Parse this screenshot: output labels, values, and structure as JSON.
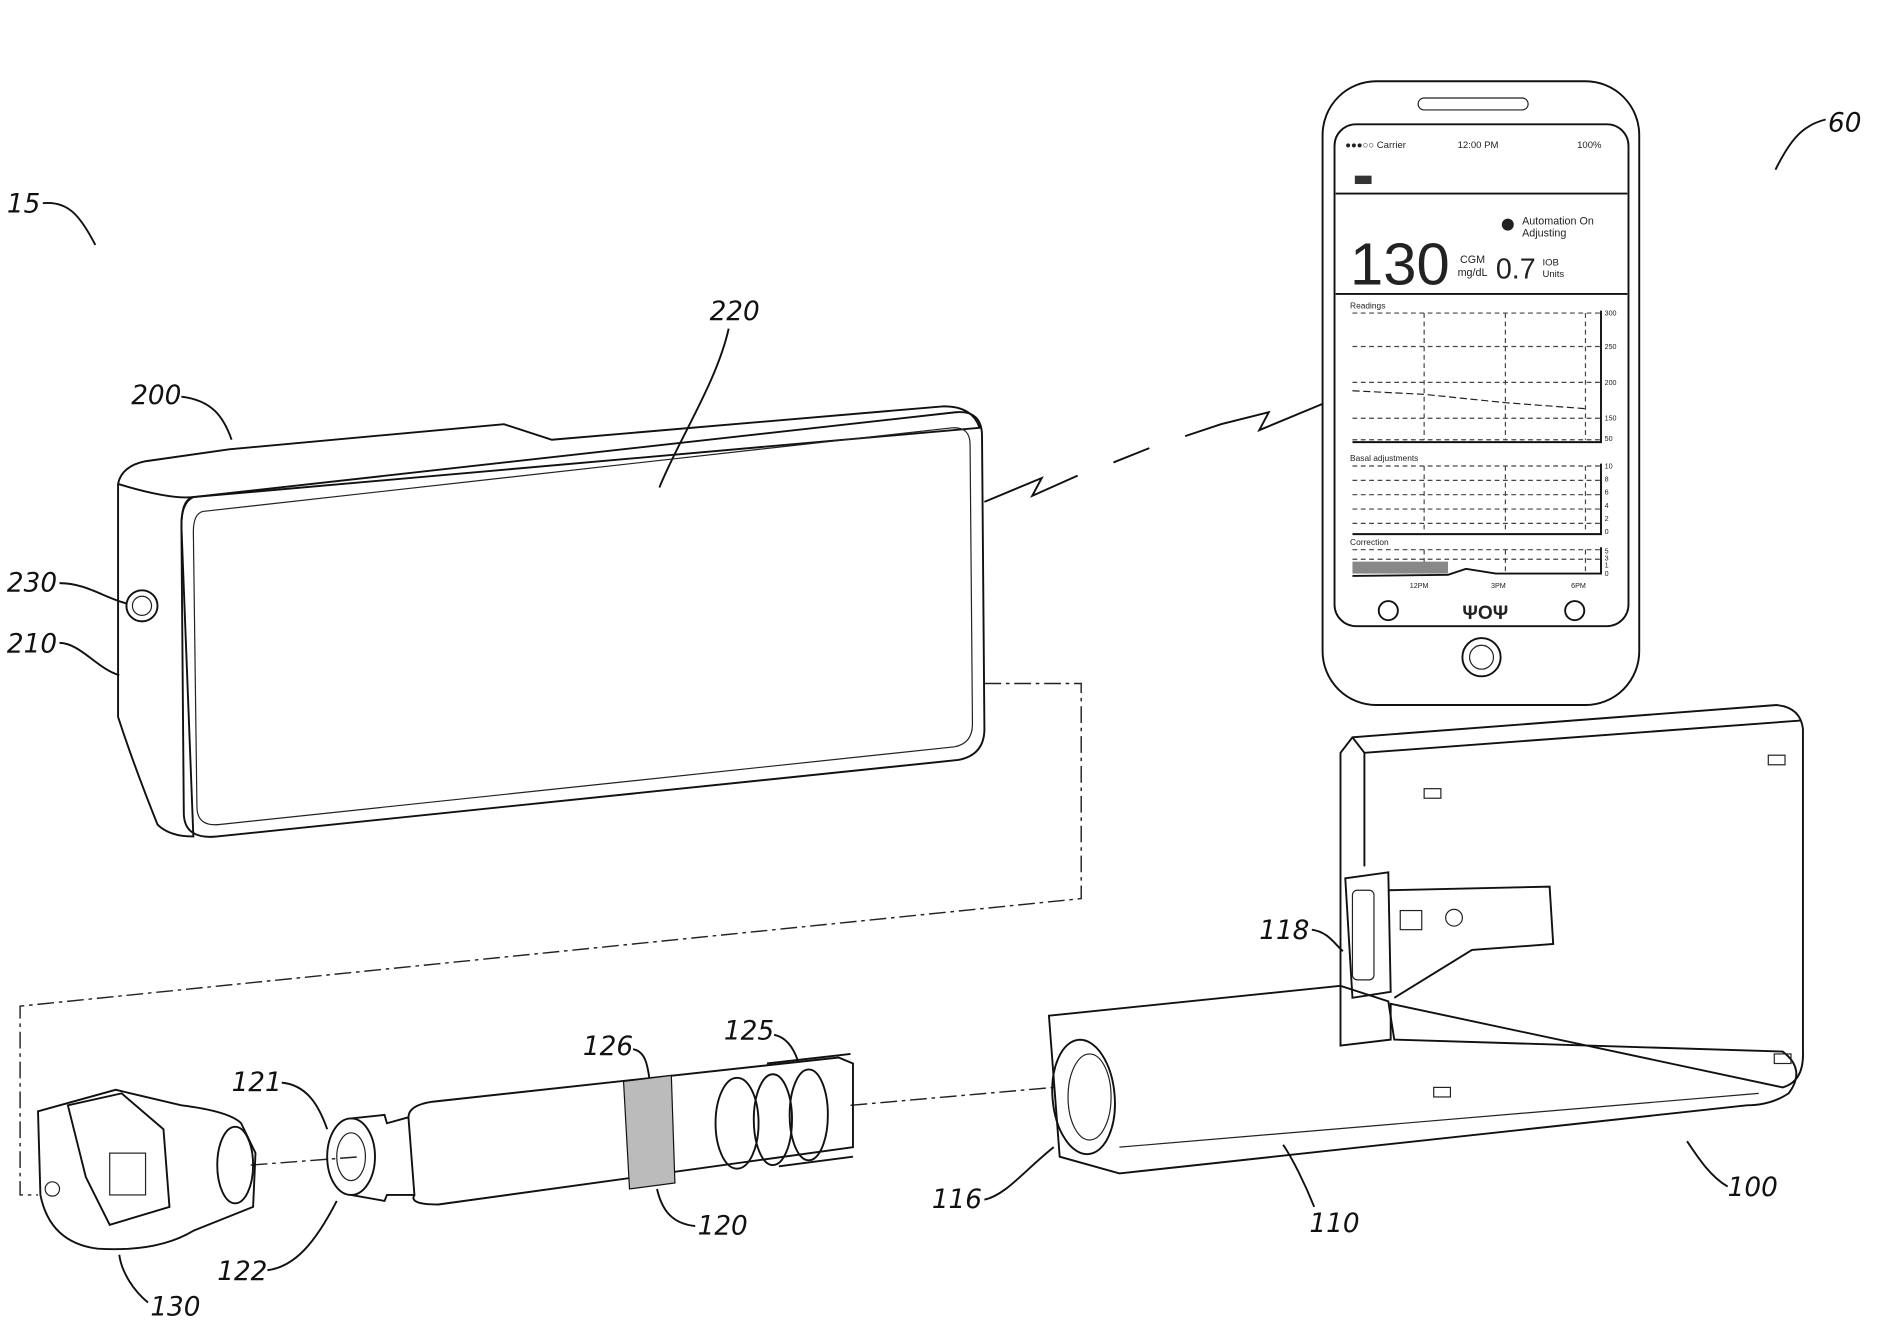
{
  "labels": {
    "system": "15",
    "phone": "60",
    "controller": "200",
    "controller_face": "220",
    "button": "230",
    "controller_side": "210",
    "connector": "118",
    "cartridge_mesh": "126",
    "cartridge_window": "125",
    "cartridge_neck": "121",
    "septum": "122",
    "cartridge": "120",
    "cap": "130",
    "cavity": "116",
    "pump_housing": "110",
    "pump": "100"
  },
  "phone_screen": {
    "carrier": "●●●○○ Carrier",
    "time": "12:00 PM",
    "battery": "100%",
    "status_line1": "Automation On",
    "status_line2": "Adjusting",
    "glucose_value": "130",
    "glucose_label": "CGM",
    "glucose_unit": "mg/dL",
    "iob_value": "0.7",
    "iob_label": "IOB",
    "iob_unit": "Units",
    "chart1_title": "Readings",
    "chart1_ticks": [
      "300",
      "250",
      "200",
      "150",
      "50"
    ],
    "chart2_title": "Basal adjustments",
    "chart2_ticks": [
      "10",
      "8",
      "6",
      "4",
      "2",
      "0"
    ],
    "chart3_title": "Correction",
    "chart3_ticks": [
      "5",
      "3",
      "1",
      "0"
    ],
    "time_ticks": [
      "12PM",
      "3PM",
      "6PM"
    ]
  }
}
